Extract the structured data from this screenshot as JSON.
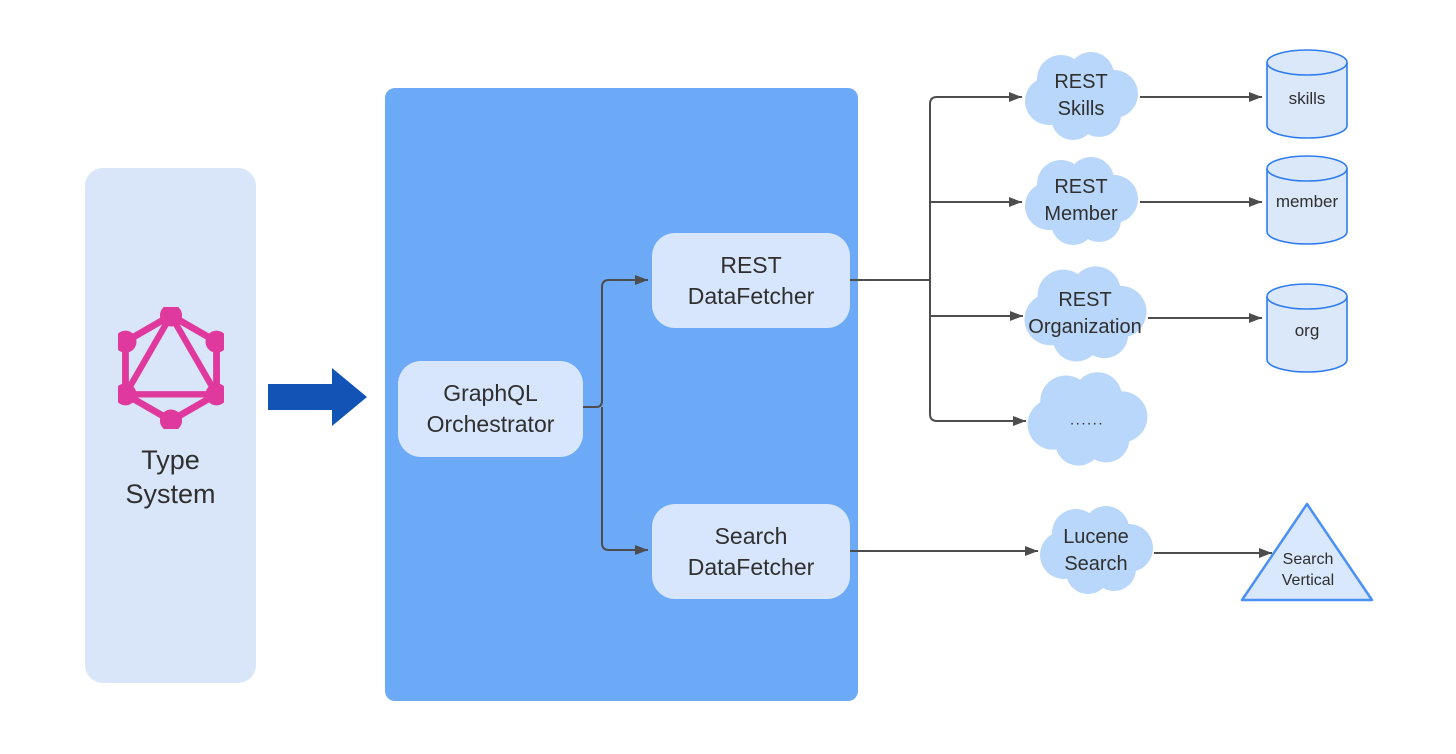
{
  "colors": {
    "graphql_pink": "#e0399e",
    "flow_arrow_blue": "#1254b5",
    "panel_blue": "#6ca9f7",
    "panel_light_blue": "#d9e6f9",
    "node_fill": "#d7e6fc",
    "cloud_fill": "#b9d7fa",
    "db_fill": "#dbe8fa",
    "db_stroke": "#2e7cf0",
    "triangle_fill": "#d9e8fc",
    "triangle_stroke": "#4a90f5",
    "connector_gray": "#4d4d4d",
    "text": "#2f2f2f"
  },
  "type_system": {
    "label": "Type\nSystem"
  },
  "nodes": {
    "orchestrator": {
      "label": "GraphQL\nOrchestrator"
    },
    "rest_fetcher": {
      "label": "REST\nDataFetcher"
    },
    "search_fetcher": {
      "label": "Search\nDataFetcher"
    }
  },
  "clouds": {
    "skills": {
      "label": "REST\nSkills"
    },
    "member": {
      "label": "REST\nMember"
    },
    "organization": {
      "label": "REST\nOrganization"
    },
    "more": {
      "label": "......"
    },
    "lucene": {
      "label": "Lucene\nSearch"
    }
  },
  "databases": {
    "skills": {
      "label": "skills"
    },
    "member": {
      "label": "member"
    },
    "org": {
      "label": "org"
    }
  },
  "search_vertical": {
    "label": "Search\nVertical"
  }
}
